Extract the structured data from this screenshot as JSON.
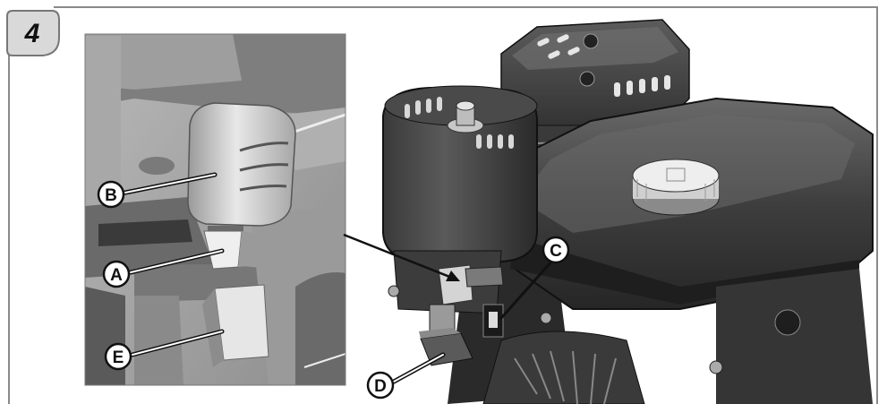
{
  "figure": {
    "step_number": "4",
    "callouts": [
      {
        "id": "A",
        "label": "A"
      },
      {
        "id": "B",
        "label": "B"
      },
      {
        "id": "C",
        "label": "C"
      },
      {
        "id": "D",
        "label": "D"
      },
      {
        "id": "E",
        "label": "E"
      }
    ]
  },
  "colors": {
    "frame": "#8a8a8a",
    "badge_fill": "#d9d9d9",
    "engine_dark": "#2f2f2f",
    "engine_mid": "#4a4a4a",
    "engine_light": "#6e6e6e",
    "inset_bg": "#c9c9c9"
  }
}
